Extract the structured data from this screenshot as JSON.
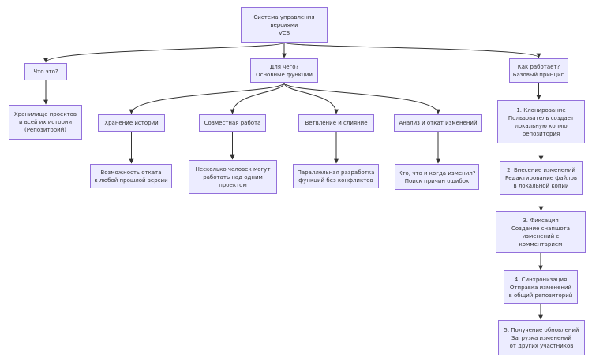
{
  "colors": {
    "node_fill": "#ececff",
    "node_border": "#9370db",
    "edge": "#333333",
    "text": "#333333"
  },
  "nodes": {
    "root": {
      "lines": [
        "Система управления",
        "версиями",
        "VCS"
      ]
    },
    "what": {
      "lines": [
        "Что это?"
      ]
    },
    "whatd": {
      "lines": [
        "Хранилище проектов",
        "и всей их истории",
        "(Репозиторий)"
      ]
    },
    "why": {
      "lines": [
        "Для чего?",
        "Основные функции"
      ]
    },
    "hist": {
      "lines": [
        "Хранение истории"
      ]
    },
    "histd": {
      "lines": [
        "Возможность отката",
        "к любой прошлой версии"
      ]
    },
    "collab": {
      "lines": [
        "Совместная работа"
      ]
    },
    "collabd": {
      "lines": [
        "Несколько человек могут",
        "работать над одним",
        "проектом"
      ]
    },
    "branch": {
      "lines": [
        "Ветвление и слияние"
      ]
    },
    "branchd": {
      "lines": [
        "Параллельная разработка",
        "функций без конфликтов"
      ]
    },
    "anal": {
      "lines": [
        "Анализ и откат изменений"
      ]
    },
    "anald": {
      "lines": [
        "Кто, что и когда изменил?",
        "Поиск причин ошибок"
      ]
    },
    "how": {
      "lines": [
        "Как работает?",
        "Базовый принцип"
      ]
    },
    "s1": {
      "lines": [
        "1. Клонирование",
        "Пользователь создает",
        "локальную копию",
        "репозитория"
      ]
    },
    "s2": {
      "lines": [
        "2. Внесение изменений",
        "Редактирование файлов",
        "в локальной копии"
      ]
    },
    "s3": {
      "lines": [
        "3. Фиксация",
        "Создание снапшота",
        "изменений с",
        "комментарием"
      ]
    },
    "s4": {
      "lines": [
        "4. Синхронизация",
        "Отправка изменений",
        "в общий репозиторий"
      ]
    },
    "s5": {
      "lines": [
        "5. Получение обновлений",
        "Загрузка изменений",
        "от других участников"
      ]
    }
  },
  "edges": [
    [
      "root",
      "what"
    ],
    [
      "root",
      "why"
    ],
    [
      "root",
      "how"
    ],
    [
      "what",
      "whatd"
    ],
    [
      "why",
      "hist"
    ],
    [
      "why",
      "collab"
    ],
    [
      "why",
      "branch"
    ],
    [
      "why",
      "anal"
    ],
    [
      "hist",
      "histd"
    ],
    [
      "collab",
      "collabd"
    ],
    [
      "branch",
      "branchd"
    ],
    [
      "anal",
      "anald"
    ],
    [
      "how",
      "s1"
    ],
    [
      "s1",
      "s2"
    ],
    [
      "s2",
      "s3"
    ],
    [
      "s3",
      "s4"
    ],
    [
      "s4",
      "s5"
    ]
  ]
}
